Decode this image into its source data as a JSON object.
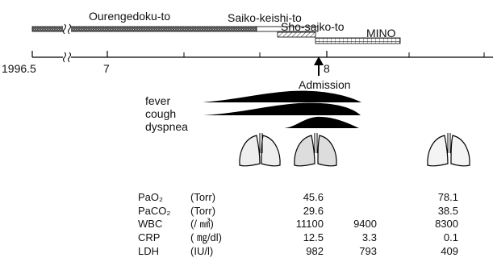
{
  "drugs": {
    "d1": "Ourengedoku-to",
    "d2": "Saiko-keishi-to",
    "d3": "Sho-saiko-to",
    "d4": "MINO"
  },
  "timeline": {
    "start": "1996.5",
    "t7": "7",
    "t8": "8",
    "event": "Admission"
  },
  "symptoms": [
    "fever",
    "cough",
    "dyspnea"
  ],
  "table": {
    "rows": [
      {
        "name": "PaO₂",
        "unit": "(Torr)",
        "v1": "45.6",
        "v2": "",
        "v3": "78.1"
      },
      {
        "name": "PaCO₂",
        "unit": "(Torr)",
        "v1": "29.6",
        "v2": "",
        "v3": "38.5"
      },
      {
        "name": "WBC",
        "unit": "(/ ㎣)",
        "v1": "11100",
        "v2": "9400",
        "v3": "8300"
      },
      {
        "name": "CRP",
        "unit": "( ㎎/dl)",
        "v1": "12.5",
        "v2": "3.3",
        "v3": "0.1"
      },
      {
        "name": "LDH",
        "unit": "(IU/l)",
        "v1": "982",
        "v2": "793",
        "v3": "409"
      }
    ]
  }
}
